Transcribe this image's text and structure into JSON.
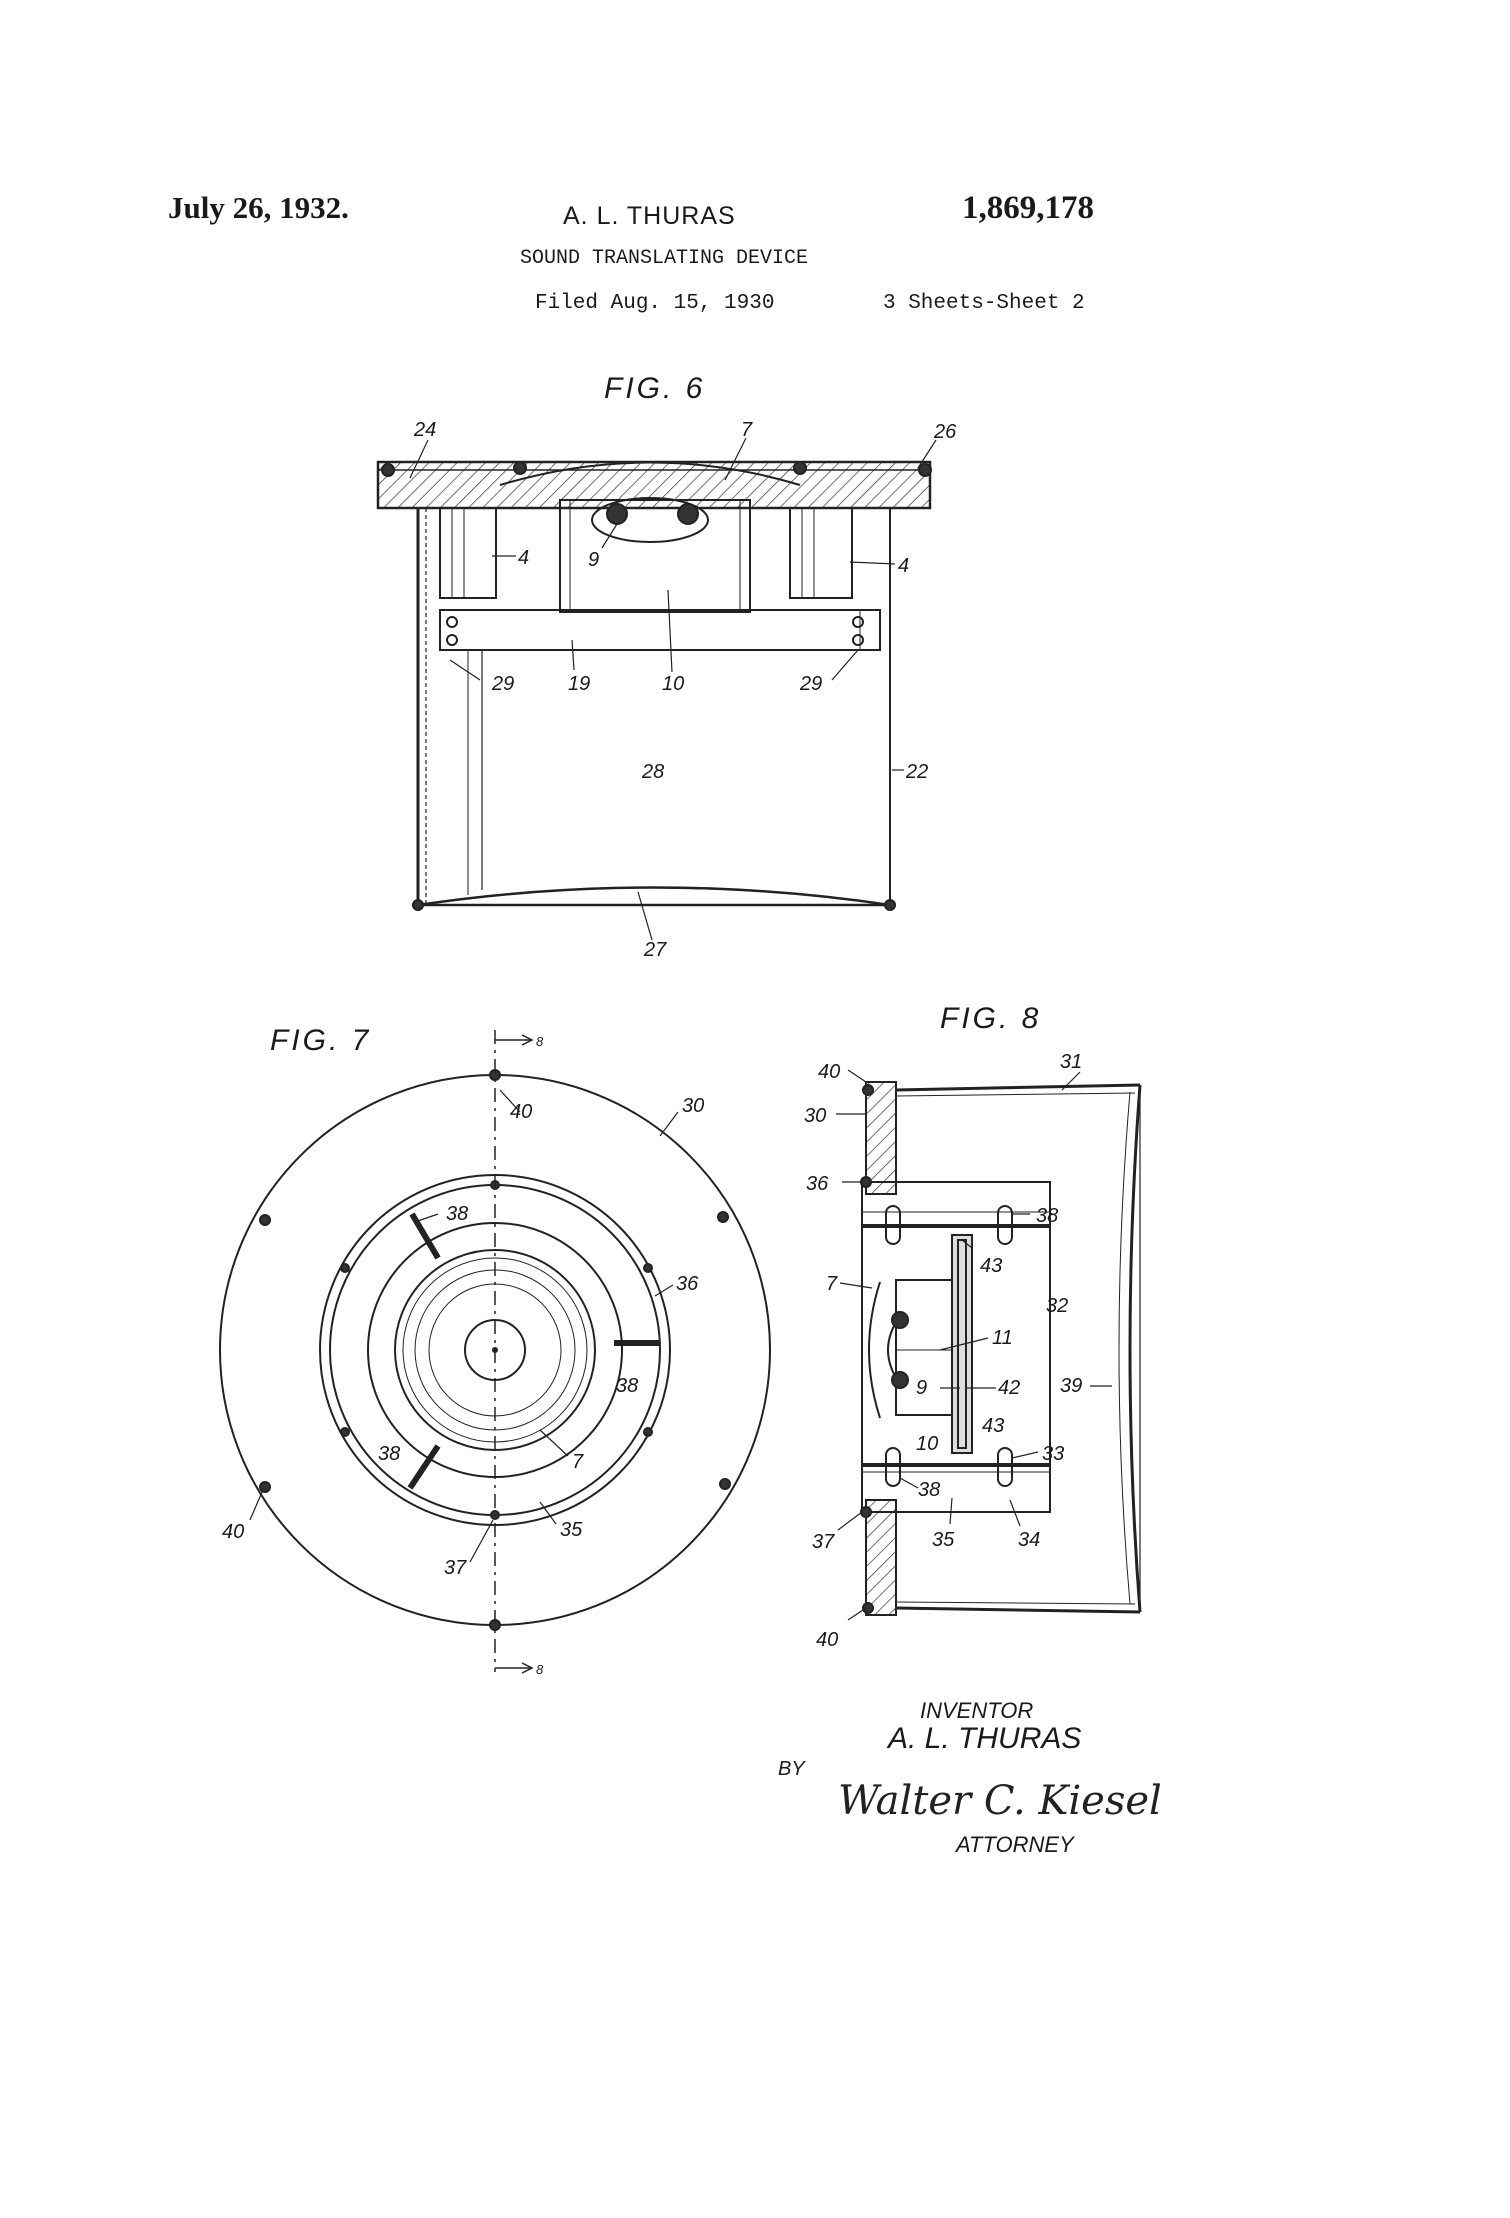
{
  "header": {
    "date": "July 26, 1932.",
    "inventor": "A. L. THURAS",
    "patent_number": "1,869,178",
    "title": "SOUND TRANSLATING DEVICE",
    "filed": "Filed Aug. 15, 1930",
    "sheets": "3 Sheets-Sheet 2"
  },
  "figures": {
    "fig6": {
      "label": "FIG. 6",
      "refs": [
        "24",
        "7",
        "26",
        "4",
        "9",
        "4",
        "29",
        "19",
        "10",
        "29",
        "28",
        "22",
        "27"
      ]
    },
    "fig7": {
      "label": "FIG. 7",
      "refs": [
        "8",
        "40",
        "30",
        "38",
        "36",
        "38",
        "38",
        "7",
        "40",
        "35",
        "37",
        "8"
      ]
    },
    "fig8": {
      "label": "FIG. 8",
      "refs": [
        "40",
        "31",
        "30",
        "36",
        "38",
        "43",
        "7",
        "32",
        "11",
        "9",
        "42",
        "39",
        "43",
        "10",
        "33",
        "38",
        "37",
        "35",
        "34",
        "40"
      ]
    }
  },
  "signature": {
    "inventor_caption": "INVENTOR",
    "inventor_name": "A. L. THURAS",
    "by": "BY",
    "signature_text": "Walter C. Kiesel",
    "attorney_caption": "ATTORNEY"
  }
}
